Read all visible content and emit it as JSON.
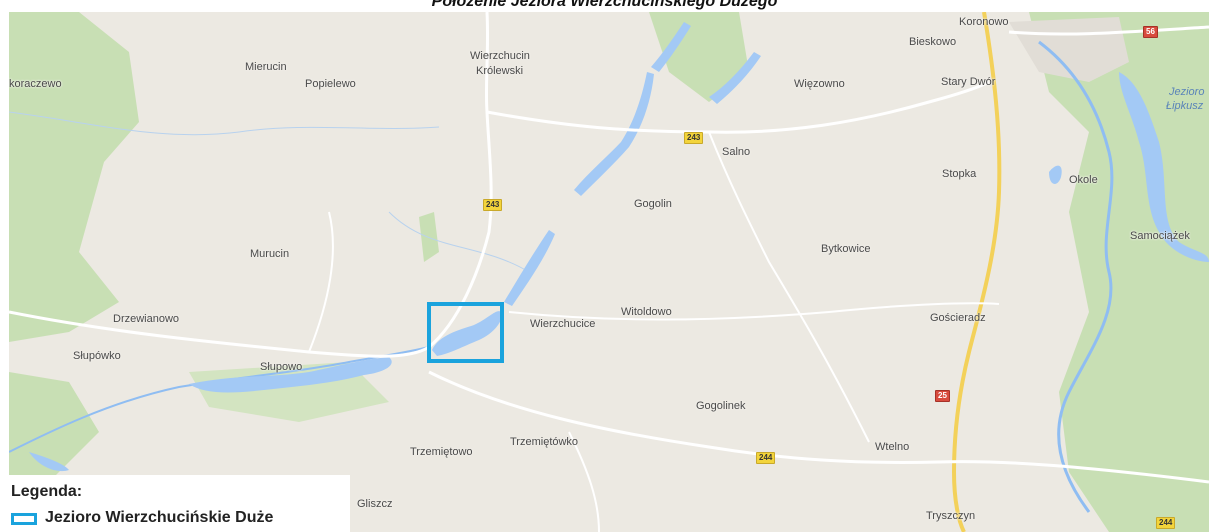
{
  "title": "Położenie Jeziora Wierzchucińskiego Dużego",
  "colors": {
    "highlight": "#1aa3dd",
    "water": "#a3c9f5",
    "land": "#ece9e2",
    "forest": "#c8dfb4"
  },
  "map": {
    "places": [
      {
        "id": "koraczewo",
        "label": "koraczewo"
      },
      {
        "id": "mierucin",
        "label": "Mierucin"
      },
      {
        "id": "popielewo",
        "label": "Popielewo"
      },
      {
        "id": "wierzchucin-krolewski-1",
        "label": "Wierzchucin"
      },
      {
        "id": "wierzchucin-krolewski-2",
        "label": "Królewski"
      },
      {
        "id": "koronowo",
        "label": "Koronowo"
      },
      {
        "id": "bieskowo",
        "label": "Bieskowo"
      },
      {
        "id": "wiezowno",
        "label": "Więzowno"
      },
      {
        "id": "stary-dwor",
        "label": "Stary Dwór"
      },
      {
        "id": "salno",
        "label": "Salno"
      },
      {
        "id": "stopka",
        "label": "Stopka"
      },
      {
        "id": "okole",
        "label": "Okole"
      },
      {
        "id": "gogolin",
        "label": "Gogolin"
      },
      {
        "id": "murucin",
        "label": "Murucin"
      },
      {
        "id": "bytkowice",
        "label": "Bytkowice"
      },
      {
        "id": "samociazek",
        "label": "Samociążek"
      },
      {
        "id": "drzewianowo",
        "label": "Drzewianowo"
      },
      {
        "id": "wierzchucice",
        "label": "Wierzchucice"
      },
      {
        "id": "witoldowo",
        "label": "Witoldowo"
      },
      {
        "id": "goscieradz",
        "label": "Gościeradz"
      },
      {
        "id": "slupowko",
        "label": "Słupówko"
      },
      {
        "id": "slupowo",
        "label": "Słupowo"
      },
      {
        "id": "gogolinek",
        "label": "Gogolinek"
      },
      {
        "id": "trzemietowko",
        "label": "Trzemiętówko"
      },
      {
        "id": "trzemietowo",
        "label": "Trzemiętowo"
      },
      {
        "id": "wtelno",
        "label": "Wtelno"
      },
      {
        "id": "gliszcz",
        "label": "Gliszcz"
      },
      {
        "id": "tryszczyn",
        "label": "Tryszczyn"
      }
    ],
    "lake_labels": {
      "line1": "Jezioro",
      "line2": "Łipkusz"
    },
    "road_shields": [
      {
        "id": "r56",
        "label": "56",
        "style": "red"
      },
      {
        "id": "r243a",
        "label": "243",
        "style": "yellow"
      },
      {
        "id": "r243b",
        "label": "243",
        "style": "yellow"
      },
      {
        "id": "r25",
        "label": "25",
        "style": "red"
      },
      {
        "id": "r244a",
        "label": "244",
        "style": "yellow"
      },
      {
        "id": "r244b",
        "label": "244",
        "style": "yellow"
      }
    ]
  },
  "legend": {
    "title": "Legenda:",
    "item": "Jezioro Wierzchucińskie Duże"
  }
}
